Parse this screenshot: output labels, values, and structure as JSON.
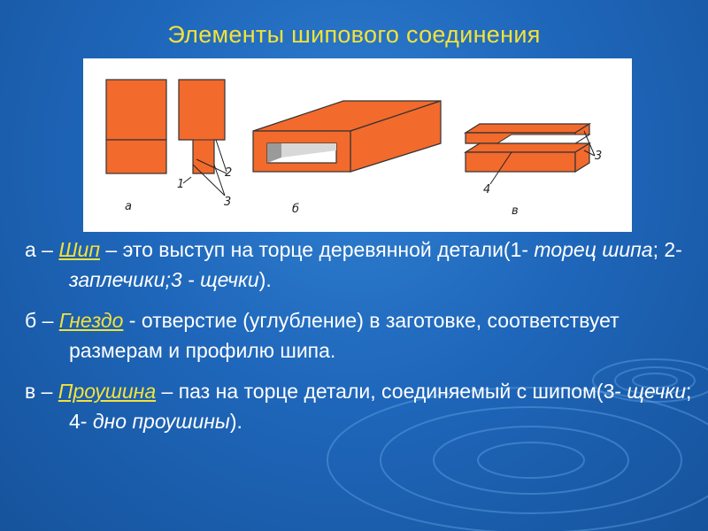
{
  "title": "Элементы шипового соединения",
  "figure": {
    "labels": {
      "a": "а",
      "b": "б",
      "v": "в",
      "n1": "1",
      "n2": "2",
      "n3": "3",
      "n3b": "3",
      "n4": "4"
    }
  },
  "items": [
    {
      "letter": "а",
      "dash": " – ",
      "term": "Шип",
      "text1": " – это выступ на торце деревянной детали(1- ",
      "italic": "торец шипа",
      "text2": "; 2- ",
      "italic2": "заплечики;3 - щечки",
      "text3": ")."
    },
    {
      "letter": "б",
      "dash": " – ",
      "term": "Гнездо",
      "text1": " - отверстие (углубление) в заготовке, соответствует размерам и профилю шипа."
    },
    {
      "letter": "в",
      "dash": " – ",
      "term": "Проушина",
      "text1": " – паз на торце детали, соединяемый с шипом(3- ",
      "italic": "щечки",
      "text2": "; 4- ",
      "italic2": "дно проушины",
      "text3": ")."
    }
  ],
  "colors": {
    "background": "#1f67bb",
    "title": "#f3e23a",
    "term": "#f3e23a",
    "text": "#ffffff",
    "wood": "#f26a2c",
    "outline": "#333333"
  }
}
